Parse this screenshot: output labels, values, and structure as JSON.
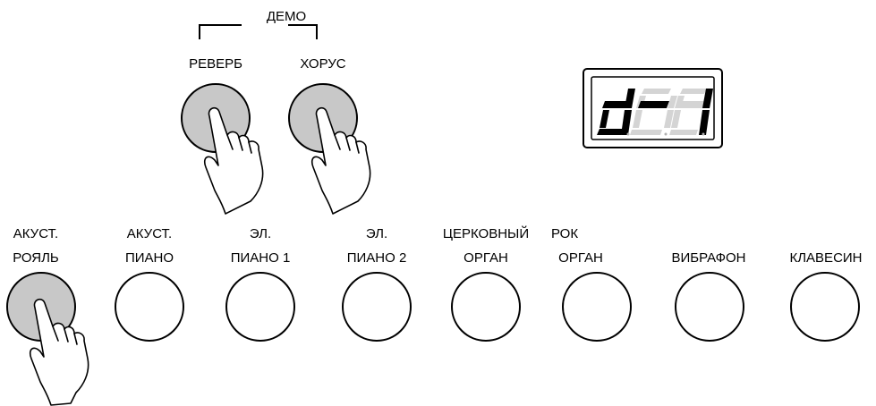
{
  "header_fragment": "[ ... ], [ ... ] ... ... ... ... ... ..., ...",
  "demo": {
    "label": "ДЕМО"
  },
  "effects": [
    {
      "label": "РЕВЕРБ"
    },
    {
      "label": "ХОРУС"
    }
  ],
  "display": {
    "text": "d-1"
  },
  "voices": [
    {
      "line1": "АКУСТ.",
      "line2": "РОЯЛЬ"
    },
    {
      "line1": "АКУСТ.",
      "line2": "ПИАНО"
    },
    {
      "line1": "ЭЛ.",
      "line2": "ПИАНО 1"
    },
    {
      "line1": "ЭЛ.",
      "line2": "ПИАНО 2"
    },
    {
      "line1": "ЦЕРКОВНЫЙ",
      "line2": "ОРГАН"
    },
    {
      "line1": "РОК",
      "line2": "ОРГАН"
    },
    {
      "line1": "",
      "line2": "ВИБРАФОН"
    },
    {
      "line1": "",
      "line2": "КЛАВЕСИН"
    }
  ],
  "colors": {
    "pressed": "#c8c8c8",
    "outline": "#000000",
    "seg_off": "#d4d4d4"
  }
}
